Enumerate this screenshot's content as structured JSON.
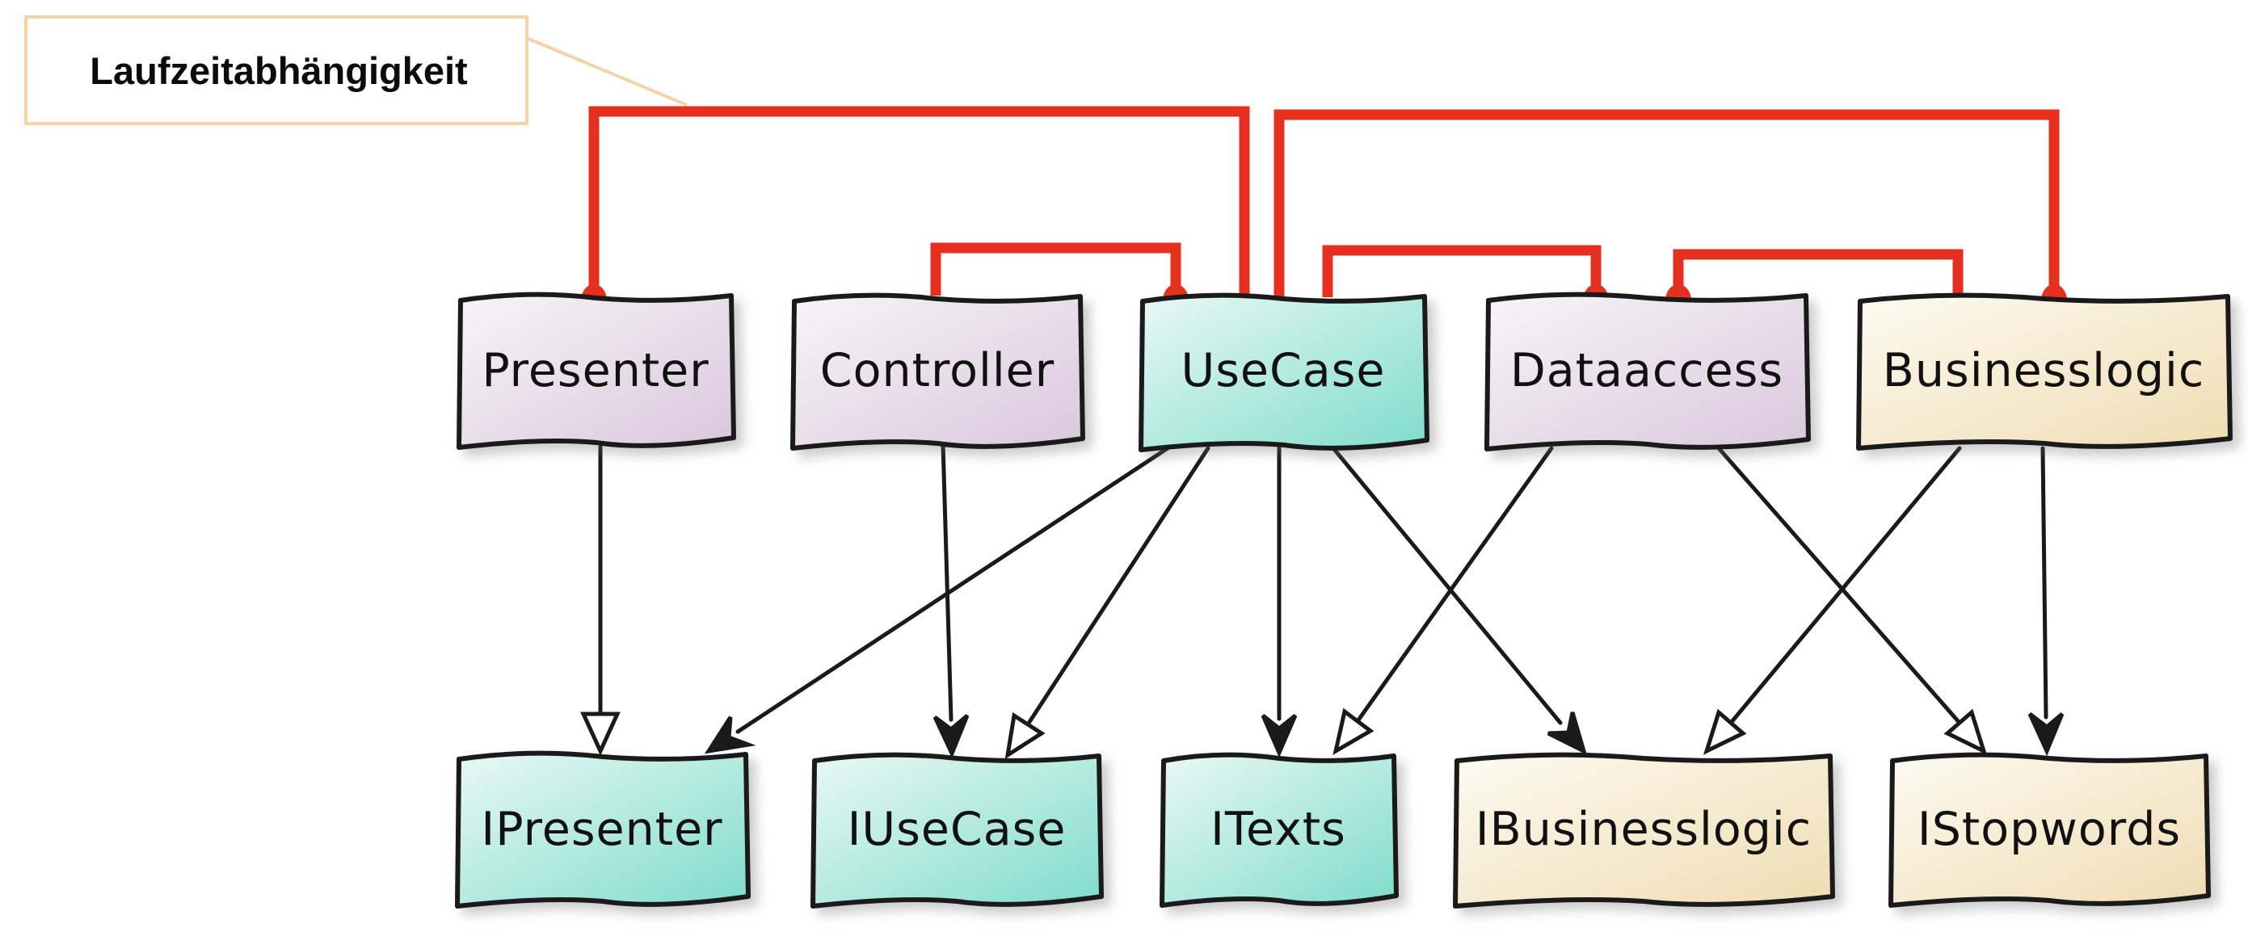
{
  "annotation": {
    "label": "Laufzeitabhängigkeit"
  },
  "colors": {
    "red": "#E6301F",
    "callout_border": "#F5D2A8",
    "outline": "#1A1A1A",
    "lavender_from": "#F8F4F8",
    "lavender_to": "#D9C7DC",
    "teal_from": "#E9F8F5",
    "teal_to": "#7FDCCB",
    "cream_from": "#FDFAF1",
    "cream_to": "#EFDCB2"
  },
  "nodes": [
    {
      "id": "presenter",
      "label": "Presenter",
      "row": "top",
      "style": "lavender"
    },
    {
      "id": "controller",
      "label": "Controller",
      "row": "top",
      "style": "lavender"
    },
    {
      "id": "usecase",
      "label": "UseCase",
      "row": "top",
      "style": "teal"
    },
    {
      "id": "dataaccess",
      "label": "Dataaccess",
      "row": "top",
      "style": "lavender"
    },
    {
      "id": "businesslogic",
      "label": "Businesslogic",
      "row": "top",
      "style": "cream"
    },
    {
      "id": "ipresenter",
      "label": "IPresenter",
      "row": "bottom",
      "style": "teal"
    },
    {
      "id": "iusecase",
      "label": "IUseCase",
      "row": "bottom",
      "style": "teal"
    },
    {
      "id": "itexts",
      "label": "ITexts",
      "row": "bottom",
      "style": "teal"
    },
    {
      "id": "ibusinesslogic",
      "label": "IBusinesslogic",
      "row": "bottom",
      "style": "cream"
    },
    {
      "id": "istopwords",
      "label": "IStopwords",
      "row": "bottom",
      "style": "cream"
    }
  ],
  "runtime_dependencies": [
    {
      "from": "UseCase",
      "to": "Presenter",
      "dot_at": "Presenter"
    },
    {
      "from": "Controller",
      "to": "UseCase",
      "dot_at": "UseCase"
    },
    {
      "from": "UseCase",
      "to": "Businesslogic",
      "dot_at": "Businesslogic"
    },
    {
      "from": "UseCase",
      "to": "Dataaccess",
      "dot_at": "Dataaccess"
    },
    {
      "from": "Businesslogic",
      "to": "Dataaccess",
      "dot_at": "Dataaccess"
    }
  ],
  "arrows": [
    {
      "from": "Presenter",
      "to": "IPresenter",
      "head": "hollow"
    },
    {
      "from": "Controller",
      "to": "IUseCase",
      "head": "filled"
    },
    {
      "from": "UseCase",
      "to": "IPresenter",
      "head": "filled"
    },
    {
      "from": "UseCase",
      "to": "IUseCase",
      "head": "hollow"
    },
    {
      "from": "UseCase",
      "to": "ITexts",
      "head": "filled"
    },
    {
      "from": "UseCase",
      "to": "IBusinesslogic",
      "head": "filled"
    },
    {
      "from": "Dataaccess",
      "to": "ITexts",
      "head": "hollow"
    },
    {
      "from": "Dataaccess",
      "to": "IStopwords",
      "head": "hollow"
    },
    {
      "from": "Businesslogic",
      "to": "IBusinesslogic",
      "head": "hollow"
    },
    {
      "from": "Businesslogic",
      "to": "IStopwords",
      "head": "filled"
    }
  ]
}
